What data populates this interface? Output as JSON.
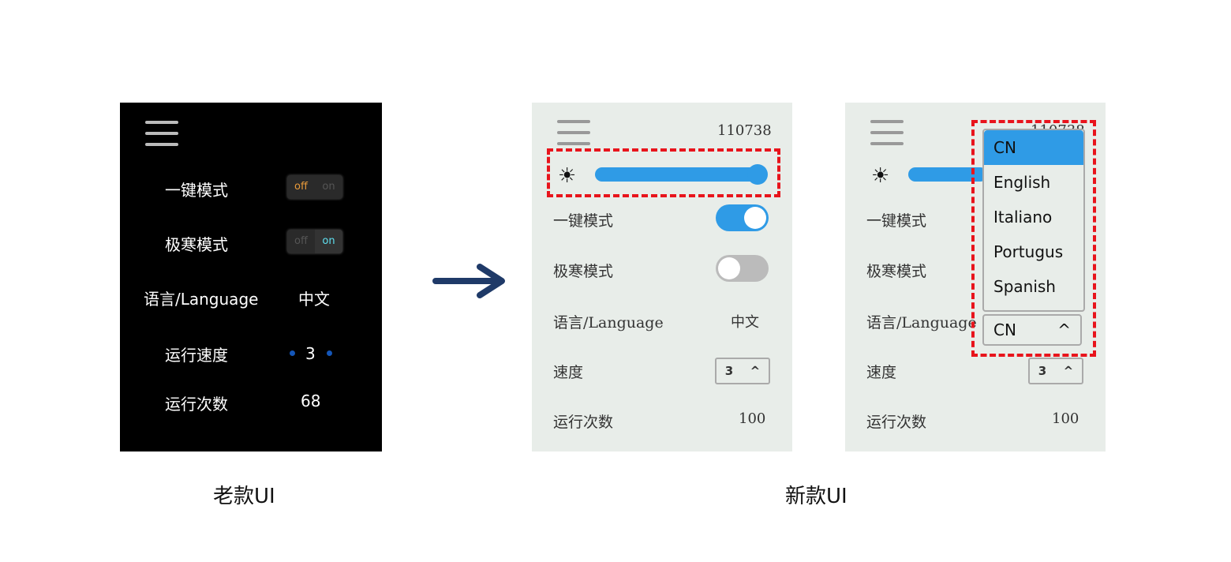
{
  "old_ui": {
    "caption": "老款UI",
    "rows": [
      {
        "label": "一键模式",
        "off": "off",
        "on": "on",
        "state": "off"
      },
      {
        "label": "极寒模式",
        "off": "off",
        "on": "on",
        "state": "on"
      },
      {
        "label": "语言/Language",
        "value": "中文"
      },
      {
        "label": "运行速度",
        "value": "3"
      },
      {
        "label": "运行次数",
        "value": "68"
      }
    ]
  },
  "new_ui": {
    "caption": "新款UI",
    "id": "110738",
    "brightness_percent": 100,
    "rows": [
      {
        "label": "一键模式",
        "state": "on"
      },
      {
        "label": "极寒模式",
        "state": "off"
      },
      {
        "label": "语言/Language",
        "value": "中文"
      },
      {
        "label": "速度",
        "value": "3",
        "arrow": "^"
      },
      {
        "label": "运行次数",
        "value": "100"
      }
    ],
    "dropdown": {
      "options": [
        "CN",
        "English",
        "Italiano",
        "Portugus",
        "Spanish"
      ],
      "selected": "CN",
      "arrow": "^"
    }
  },
  "colors": {
    "accent": "#2f9be6",
    "highlight": "#e8141c",
    "arrow": "#1f3a68"
  }
}
